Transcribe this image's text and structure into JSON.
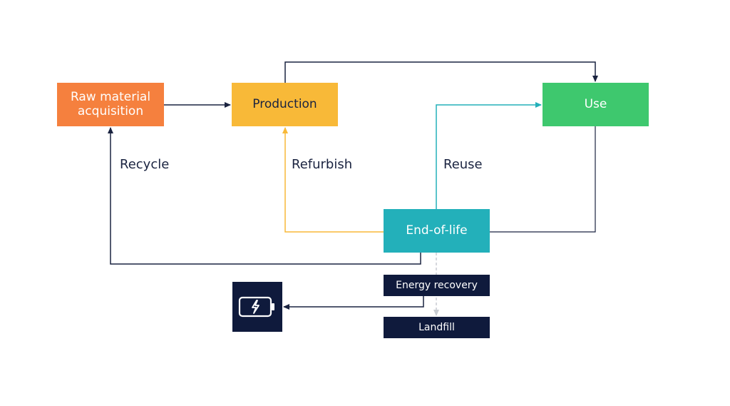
{
  "nodes": {
    "raw_material": "Raw material acquisition",
    "production": "Production",
    "use": "Use",
    "end_of_life": "End-of-life",
    "energy_recovery": "Energy recovery",
    "landfill": "Landfill"
  },
  "edge_labels": {
    "recycle": "Recycle",
    "refurbish": "Refurbish",
    "reuse": "Reuse"
  },
  "icons": {
    "energy_output": "battery-charging-icon"
  },
  "colors": {
    "raw_material": "#f5803e",
    "production": "#f8b938",
    "use": "#3ec86e",
    "end_of_life": "#23b0ba",
    "dark_box": "#0f1a3c",
    "refurbish_line": "#f8b938",
    "reuse_line": "#23b0ba",
    "landfill_line": "#c8ccd2",
    "line": "#1a2340"
  }
}
